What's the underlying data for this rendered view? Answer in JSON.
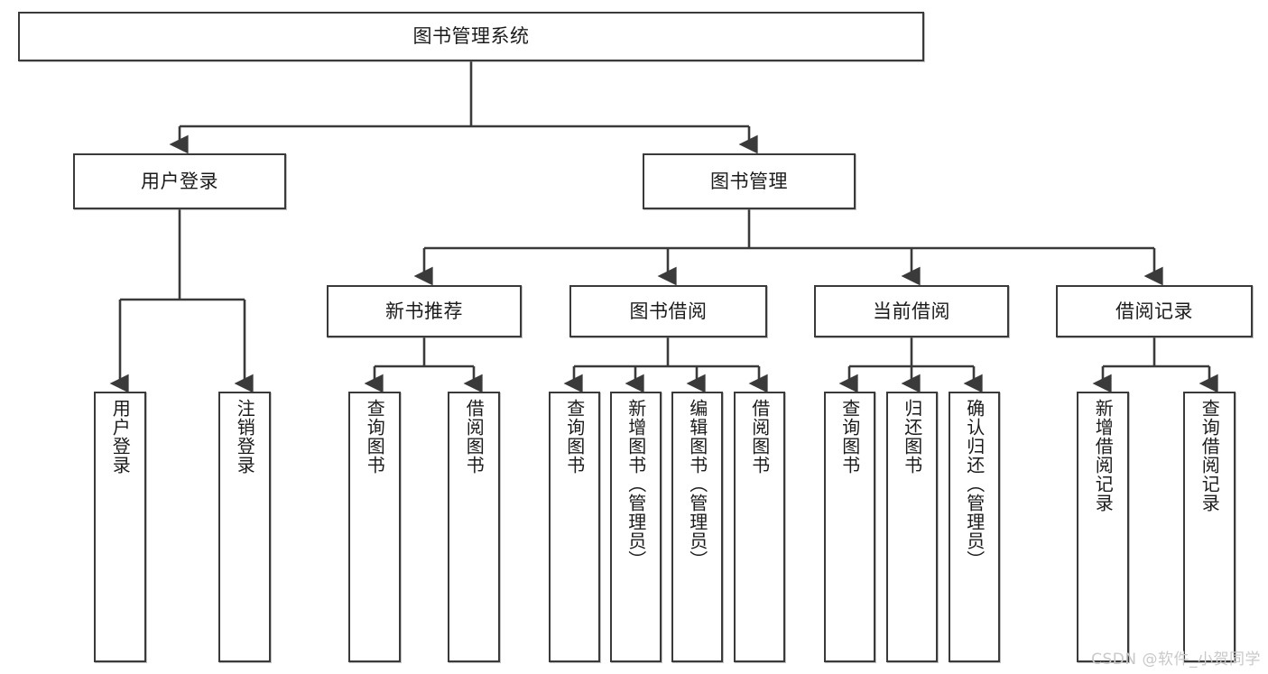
{
  "diagram": {
    "type": "tree",
    "title": "图书管理系统",
    "root": {
      "label": "图书管理系统"
    },
    "level2": [
      {
        "label": "用户登录"
      },
      {
        "label": "图书管理"
      }
    ],
    "level3": [
      {
        "label": "新书推荐"
      },
      {
        "label": "图书借阅"
      },
      {
        "label": "当前借阅"
      },
      {
        "label": "借阅记录"
      }
    ],
    "leaves_user_login": [
      {
        "label": "用户登录"
      },
      {
        "label": "注销登录"
      }
    ],
    "leaves_new_books": [
      {
        "label": "查询图书"
      },
      {
        "label": "借阅图书"
      }
    ],
    "leaves_borrow": [
      {
        "label": "查询图书"
      },
      {
        "label": "新增图书（管理员）"
      },
      {
        "label": "编辑图书（管理员）"
      },
      {
        "label": "借阅图书"
      }
    ],
    "leaves_current": [
      {
        "label": "查询图书"
      },
      {
        "label": "归还图书"
      },
      {
        "label": "确认归还（管理员）"
      }
    ],
    "leaves_records": [
      {
        "label": "新增借阅记录"
      },
      {
        "label": "查询借阅记录"
      }
    ]
  },
  "watermark": {
    "text": "CSDN @软件_小贺同学"
  },
  "colors": {
    "stroke": "#3a3a3a",
    "text": "#1b1b1b",
    "background": "#ffffff",
    "watermark": "#c9c9c9"
  }
}
